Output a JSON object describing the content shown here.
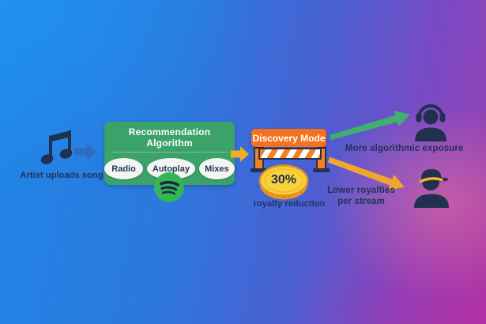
{
  "palette": {
    "bg_blue": "#1f86e6",
    "bg_purple": "#9a3fb0",
    "bg_magenta": "#bf2a9e",
    "navy_ink": "#21304f",
    "green_box": "#3ba269",
    "discovery_orange": "#f4711f",
    "barrier_orange": "#f5821f",
    "coin_face_yellow": "#f6d23c",
    "coin_rim_gold": "#e8951e",
    "spotify_green": "#35b655",
    "arrow_blue": "#2e6cc2",
    "arrow_gold": "#eeb024",
    "arrow_green": "#3fb070",
    "arrow_orange": "#f1a62f",
    "cap_stripe_yellow": "#f2b32a"
  },
  "flow": {
    "upload": {
      "label": "Artist uploads song",
      "icon": "music-note-icon"
    },
    "algorithm": {
      "title": "Recommendation Algorithm",
      "pills": [
        "Radio",
        "Autoplay",
        "Mixes"
      ],
      "brand_icon": "spotify-icon"
    },
    "discovery": {
      "title": "Discovery Mode",
      "icon": "roadblock-barrier-icon",
      "badge_value": "30%",
      "badge_caption": "royalty reduction"
    },
    "outcomes": {
      "exposure": {
        "label": "More algorithmic exposure",
        "icon": "listener-headphones-icon",
        "arrow": "green-arrow"
      },
      "royalties": {
        "label": "Lower royalties per stream",
        "icon": "artist-cap-icon",
        "arrow": "orange-arrow"
      }
    }
  }
}
